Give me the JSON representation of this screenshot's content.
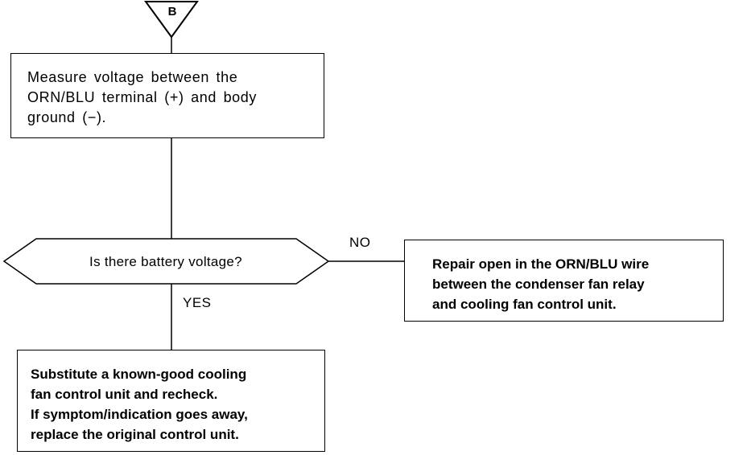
{
  "connector": {
    "label": "B"
  },
  "steps": {
    "measure": {
      "text": "Measure voltage between the\nORN/BLU terminal (+) and body\nground (−)."
    },
    "decision": {
      "question": "Is there battery voltage?",
      "no_label": "NO",
      "yes_label": "YES"
    },
    "repair": {
      "text": "Repair open in the ORN/BLU wire\nbetween the condenser fan relay\nand cooling fan control unit."
    },
    "substitute": {
      "text": "Substitute a known-good cooling\nfan control unit and recheck.\nIf symptom/indication goes away,\nreplace the original control unit."
    }
  },
  "colors": {
    "line": "#000000",
    "background": "#ffffff"
  }
}
